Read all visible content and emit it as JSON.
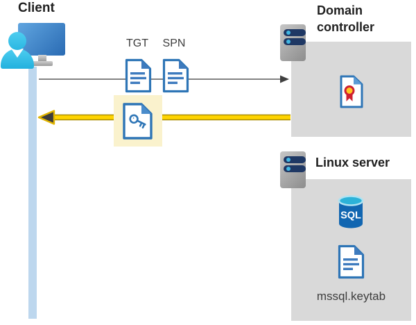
{
  "client": {
    "label": "Client"
  },
  "flow": {
    "tgt_label": "TGT",
    "spn_label": "SPN",
    "request_arrow": "client-to-domain-controller",
    "response_arrow": "domain-controller-to-client-ticket"
  },
  "domain_controller": {
    "label": "Domain controller"
  },
  "linux_server": {
    "label": "Linux server",
    "sql_icon_text": "SQL",
    "keytab_label": "mssql.keytab"
  },
  "icons": {
    "client_user": "person-at-workstation",
    "server": "server-tower-with-status-lights",
    "tgt_document": "document-with-text-lines",
    "spn_document": "document-with-text-lines",
    "ticket_document": "document-with-key",
    "certificate": "document-with-award-ribbon",
    "sql_database": "sql-database-cylinder",
    "keytab_document": "document-with-text-lines"
  },
  "colors": {
    "lifeline_blue": "#BDD7EE",
    "box_gray": "#D9D9D9",
    "highlight_yellow": "#FAF2CD",
    "arrow_yellow": "#FFD400",
    "arrow_yellow_edge": "#A98C00",
    "arrow_gray": "#595959",
    "document_blue": "#2E75B6",
    "person_teal": "#35C4EC",
    "server_bar_navy": "#1F3864",
    "sql_blue": "#1166B1",
    "ribbon_red": "#CF2030",
    "ribbon_gold": "#FFC722"
  }
}
